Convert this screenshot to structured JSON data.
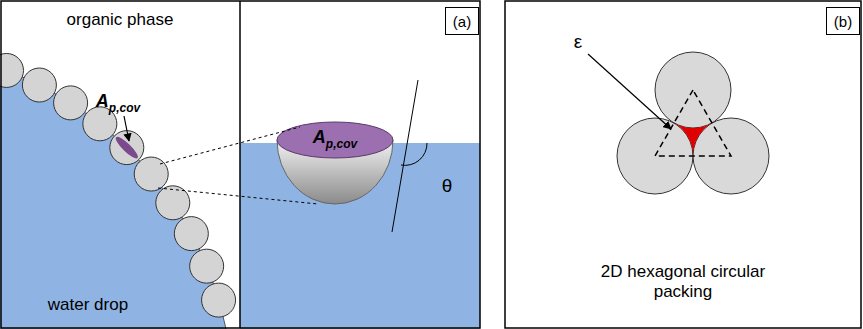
{
  "diagram": {
    "nodes": [
      {
        "text": [
          "(a)"
        ]
      },
      {
        "text": [
          "(b)"
        ]
      }
    ],
    "labels": [
      "organic phase",
      "water drop",
      "Ap,cov",
      "Ap,cov",
      "θ",
      "ε",
      "2D hexagonal circular packing"
    ]
  }
}
